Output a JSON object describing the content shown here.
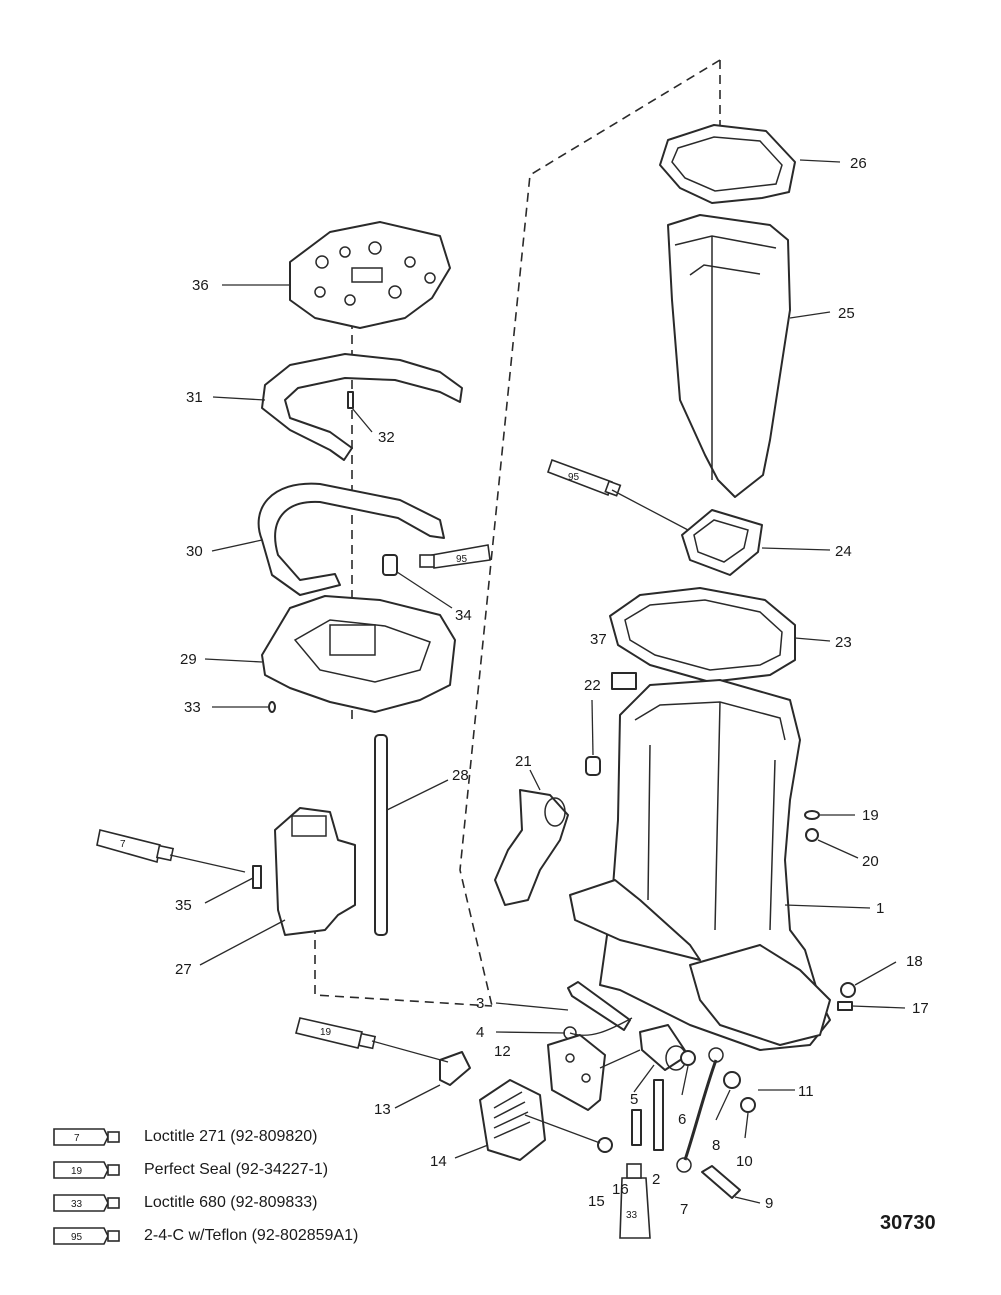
{
  "callouts": {
    "c1": "1",
    "c2": "2",
    "c3": "3",
    "c4": "4",
    "c5": "5",
    "c6": "6",
    "c7": "7",
    "c8": "8",
    "c9": "9",
    "c10": "10",
    "c11": "11",
    "c12": "12",
    "c13": "13",
    "c14": "14",
    "c15": "15",
    "c16": "16",
    "c17": "17",
    "c18": "18",
    "c19": "19",
    "c20": "20",
    "c21": "21",
    "c22": "22",
    "c23": "23",
    "c24": "24",
    "c25": "25",
    "c26": "26",
    "c27": "27",
    "c28": "28",
    "c29": "29",
    "c30": "30",
    "c31": "31",
    "c32": "32",
    "c33": "33",
    "c34": "34",
    "c35": "35",
    "c36": "36",
    "c37": "37"
  },
  "tubes": {
    "t95_top": "95",
    "t95_mid": "95",
    "t7": "7",
    "t19": "19",
    "t33": "33"
  },
  "legend": [
    {
      "code": "7",
      "text": "Loctitle 271 (92-809820)"
    },
    {
      "code": "19",
      "text": "Perfect Seal (92-34227-1)"
    },
    {
      "code": "33",
      "text": "Loctitle 680 (92-809833)"
    },
    {
      "code": "95",
      "text": "2-4-C w/Teflon (92-802859A1)"
    }
  ],
  "figure_id": "30730"
}
